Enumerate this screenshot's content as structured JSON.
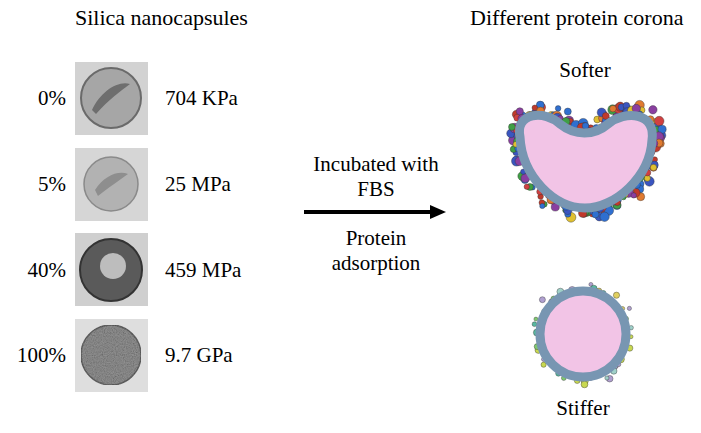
{
  "diagram": {
    "labels": [
      "Silica nanocapsules",
      "0%",
      "704 KPa",
      "5%",
      "25 MPa",
      "40%",
      "459 MPa",
      "100%",
      "9.7 GPa",
      "Incubated with FBS",
      "Protein adsorption",
      "Different protein corona",
      "Softer",
      "Stiffer"
    ]
  }
}
